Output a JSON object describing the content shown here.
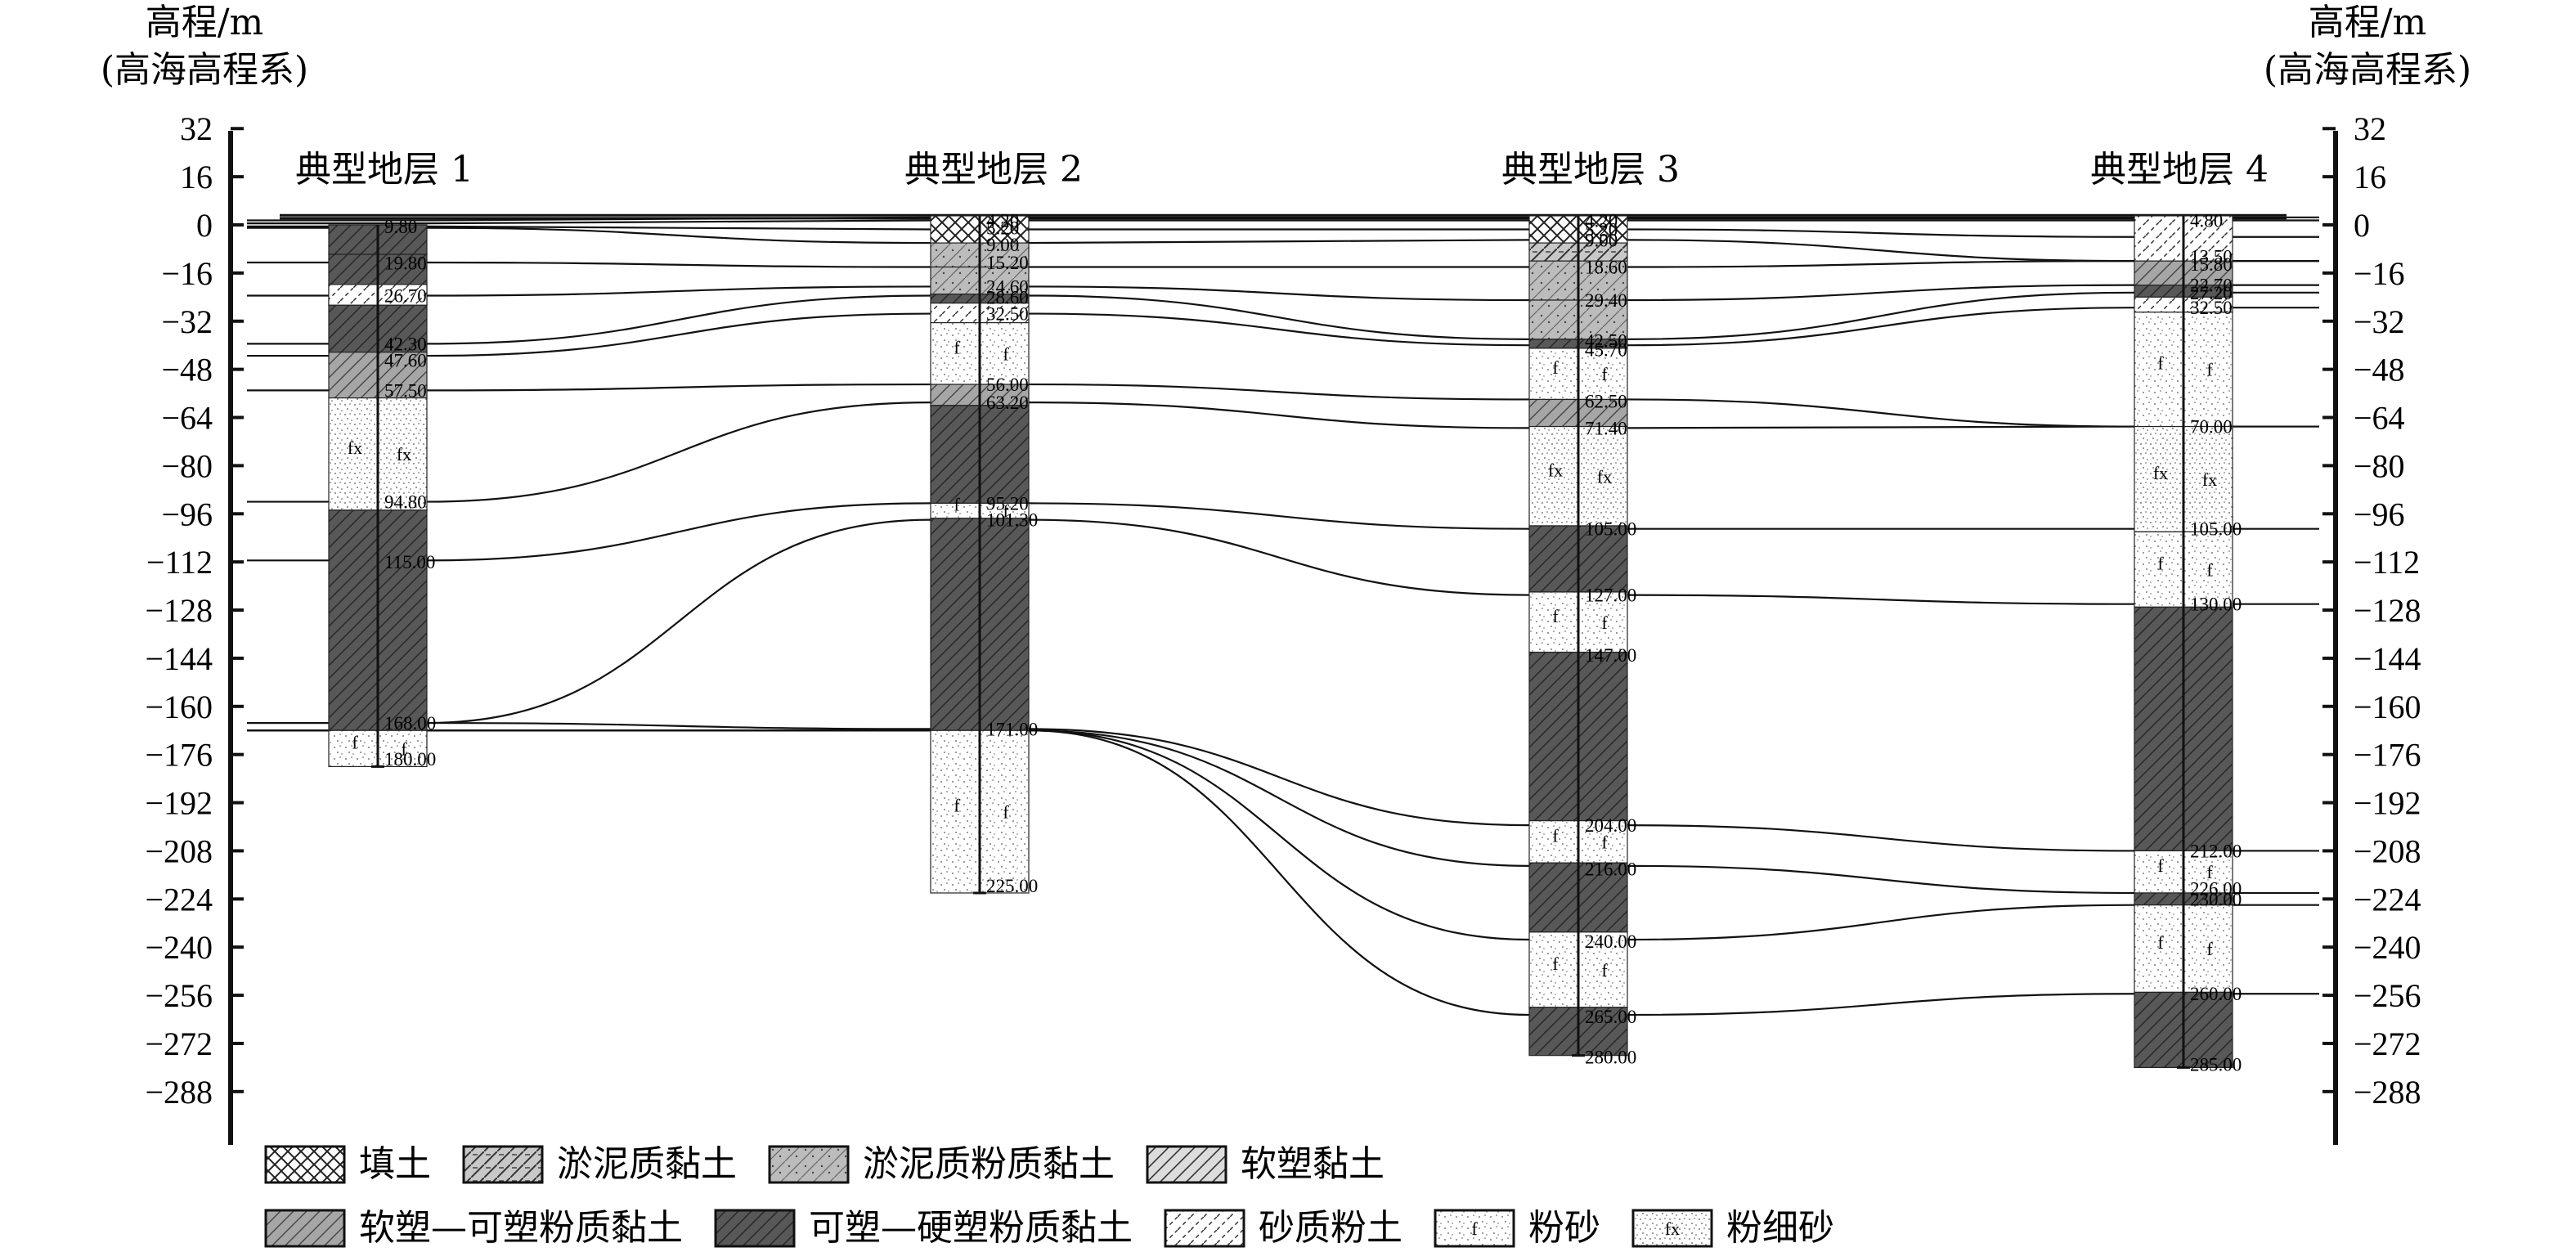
{
  "axis": {
    "title_line1": "高程/m",
    "title_line2": "(高海高程系)",
    "ticks": [
      32,
      16,
      0,
      -16,
      -32,
      -48,
      -64,
      -80,
      -96,
      -112,
      -128,
      -144,
      -160,
      -176,
      -192,
      -208,
      -224,
      -240,
      -256,
      -272,
      -288
    ],
    "tick_labels": [
      "32",
      "16",
      "0",
      "−16",
      "−32",
      "−48",
      "−64",
      "−80",
      "−96",
      "−112",
      "−128",
      "−144",
      "−160",
      "−176",
      "−192",
      "−208",
      "−224",
      "−240",
      "−256",
      "−272",
      "−288"
    ]
  },
  "legend": [
    {
      "key": "fill",
      "label": "填土"
    },
    {
      "key": "silt-clay",
      "label": "淤泥质黏土"
    },
    {
      "key": "silt-silty-clay",
      "label": "淤泥质粉质黏土"
    },
    {
      "key": "soft-clay",
      "label": "软塑黏土"
    },
    {
      "key": "soft-plastic-silty-clay",
      "label": "软塑—可塑粉质黏土"
    },
    {
      "key": "plastic-hard-silty-clay",
      "label": "可塑—硬塑粉质黏土"
    },
    {
      "key": "sandy-silt",
      "label": "砂质粉土"
    },
    {
      "key": "silt-sand",
      "label": "粉砂"
    },
    {
      "key": "fine-silt-sand",
      "label": "粉细砂"
    }
  ],
  "pattern_letters": {
    "silt-sand": "f",
    "fine-silt-sand": "fx"
  },
  "sections": [
    {
      "title": "典型地层 1",
      "layers": [
        {
          "from": 0,
          "to": -9.8,
          "soil": "plastic-hard-silty-clay"
        },
        {
          "from": -9.8,
          "to": -26.7,
          "soil": "plastic-hard-silty-clay"
        },
        {
          "from": -19.8,
          "to": -26.7,
          "soil": "sandy-silt"
        },
        {
          "from": -26.7,
          "to": -42.3,
          "soil": "plastic-hard-silty-clay"
        },
        {
          "from": -42.3,
          "to": -57.5,
          "soil": "soft-plastic-silty-clay"
        },
        {
          "from": -57.5,
          "to": -94.8,
          "soil": "fine-silt-sand"
        },
        {
          "from": -94.8,
          "to": -168,
          "soil": "plastic-hard-silty-clay"
        },
        {
          "from": -168,
          "to": -180,
          "soil": "silt-sand"
        }
      ],
      "depth_labels": [
        {
          "elev": -0.5,
          "text": "9.80"
        },
        {
          "elev": -12.6,
          "text": "19.80"
        },
        {
          "elev": -23.5,
          "text": "26.70"
        },
        {
          "elev": -39.5,
          "text": "42.30"
        },
        {
          "elev": -45.0,
          "text": "47.60"
        },
        {
          "elev": -55.0,
          "text": "57.50"
        },
        {
          "elev": -92.0,
          "text": "94.80"
        },
        {
          "elev": -112.0,
          "text": "115.00"
        },
        {
          "elev": -165.5,
          "text": "168.00"
        },
        {
          "elev": -177.5,
          "text": "180.00"
        }
      ]
    },
    {
      "title": "典型地层 2",
      "layers": [
        {
          "from": 3,
          "to": -6,
          "soil": "fill"
        },
        {
          "from": -6,
          "to": -14,
          "soil": "silt-silty-clay"
        },
        {
          "from": -14,
          "to": -23,
          "soil": "silt-silty-clay"
        },
        {
          "from": -23,
          "to": -26,
          "soil": "plastic-hard-silty-clay"
        },
        {
          "from": -26,
          "to": -32.5,
          "soil": "sandy-silt"
        },
        {
          "from": -32.5,
          "to": -53,
          "soil": "silt-sand"
        },
        {
          "from": -53,
          "to": -60,
          "soil": "soft-plastic-silty-clay"
        },
        {
          "from": -60,
          "to": -92.5,
          "soil": "plastic-hard-silty-clay"
        },
        {
          "from": -92.5,
          "to": -97.5,
          "soil": "silt-sand"
        },
        {
          "from": -97.5,
          "to": -168,
          "soil": "plastic-hard-silty-clay"
        },
        {
          "from": -168,
          "to": -222,
          "soil": "silt-sand"
        }
      ],
      "depth_labels": [
        {
          "elev": 1.5,
          "text": "4.20"
        },
        {
          "elev": -1.0,
          "text": "5.20"
        },
        {
          "elev": -6.5,
          "text": "9.00"
        },
        {
          "elev": -12.5,
          "text": "15.20"
        },
        {
          "elev": -20.5,
          "text": "24.60"
        },
        {
          "elev": -24.0,
          "text": "28.60"
        },
        {
          "elev": -29.5,
          "text": "32.50"
        },
        {
          "elev": -53.0,
          "text": "56.00"
        },
        {
          "elev": -59.0,
          "text": "63.20"
        },
        {
          "elev": -92.5,
          "text": "95.20"
        },
        {
          "elev": -98.0,
          "text": "101.30"
        },
        {
          "elev": -167.5,
          "text": "171.00"
        },
        {
          "elev": -219.5,
          "text": "225.00"
        }
      ]
    },
    {
      "title": "典型地层 3",
      "layers": [
        {
          "from": 3,
          "to": -6,
          "soil": "fill"
        },
        {
          "from": -6,
          "to": -12,
          "soil": "silt-clay"
        },
        {
          "from": -12,
          "to": -25,
          "soil": "silt-silty-clay"
        },
        {
          "from": -25,
          "to": -38,
          "soil": "silt-silty-clay"
        },
        {
          "from": -38,
          "to": -41,
          "soil": "plastic-hard-silty-clay"
        },
        {
          "from": -41,
          "to": -58,
          "soil": "silt-sand"
        },
        {
          "from": -58,
          "to": -67,
          "soil": "soft-plastic-silty-clay"
        },
        {
          "from": -67,
          "to": -100,
          "soil": "fine-silt-sand"
        },
        {
          "from": -100,
          "to": -122,
          "soil": "plastic-hard-silty-clay"
        },
        {
          "from": -122,
          "to": -142,
          "soil": "silt-sand"
        },
        {
          "from": -142,
          "to": -198,
          "soil": "plastic-hard-silty-clay"
        },
        {
          "from": -198,
          "to": -212,
          "soil": "silt-sand"
        },
        {
          "from": -212,
          "to": -235,
          "soil": "plastic-hard-silty-clay"
        },
        {
          "from": -235,
          "to": -260,
          "soil": "silt-sand"
        },
        {
          "from": -260,
          "to": -276,
          "soil": "plastic-hard-silty-clay"
        }
      ],
      "depth_labels": [
        {
          "elev": 1.5,
          "text": "4.20"
        },
        {
          "elev": -1.5,
          "text": "5.20"
        },
        {
          "elev": -5.0,
          "text": "9.00"
        },
        {
          "elev": -14.0,
          "text": "18.60"
        },
        {
          "elev": -25.0,
          "text": "29.40"
        },
        {
          "elev": -38.5,
          "text": "42.50"
        },
        {
          "elev": -41.5,
          "text": "45.70"
        },
        {
          "elev": -58.5,
          "text": "62.50"
        },
        {
          "elev": -67.5,
          "text": "71.40"
        },
        {
          "elev": -101.0,
          "text": "105.00"
        },
        {
          "elev": -123.0,
          "text": "127.00"
        },
        {
          "elev": -143.0,
          "text": "147.00"
        },
        {
          "elev": -199.5,
          "text": "204.00"
        },
        {
          "elev": -214.0,
          "text": "216.00"
        },
        {
          "elev": -238.0,
          "text": "240.00"
        },
        {
          "elev": -263.0,
          "text": "265.00"
        },
        {
          "elev": -276.5,
          "text": "280.00"
        }
      ]
    },
    {
      "title": "典型地层 4",
      "layers": [
        {
          "from": 3,
          "to": -12,
          "soil": "sandy-silt"
        },
        {
          "from": -12,
          "to": -20,
          "soil": "soft-plastic-silty-clay"
        },
        {
          "from": -20,
          "to": -24,
          "soil": "plastic-hard-silty-clay"
        },
        {
          "from": -24,
          "to": -29,
          "soil": "sandy-silt"
        },
        {
          "from": -29,
          "to": -67,
          "soil": "silt-sand"
        },
        {
          "from": -67,
          "to": -102,
          "soil": "fine-silt-sand"
        },
        {
          "from": -102,
          "to": -127,
          "soil": "silt-sand"
        },
        {
          "from": -127,
          "to": -208,
          "soil": "plastic-hard-silty-clay"
        },
        {
          "from": -208,
          "to": -222,
          "soil": "silt-sand"
        },
        {
          "from": -222,
          "to": -226,
          "soil": "plastic-hard-silty-clay"
        },
        {
          "from": -226,
          "to": -255,
          "soil": "silt-sand"
        },
        {
          "from": -255,
          "to": -280,
          "soil": "plastic-hard-silty-clay"
        }
      ],
      "depth_labels": [
        {
          "elev": 1.5,
          "text": "4.80"
        },
        {
          "elev": -10.5,
          "text": "13.50"
        },
        {
          "elev": -13.0,
          "text": "15.80"
        },
        {
          "elev": -20.0,
          "text": "22.70"
        },
        {
          "elev": -22.5,
          "text": "27.20"
        },
        {
          "elev": -27.5,
          "text": "32.50"
        },
        {
          "elev": -67.0,
          "text": "70.00"
        },
        {
          "elev": -101.0,
          "text": "105.00"
        },
        {
          "elev": -126.0,
          "text": "130.00"
        },
        {
          "elev": -208.0,
          "text": "212.00"
        },
        {
          "elev": -220.5,
          "text": "226.00"
        },
        {
          "elev": -224.0,
          "text": "230.00"
        },
        {
          "elev": -255.5,
          "text": "260.00"
        },
        {
          "elev": -279.0,
          "text": "285.00"
        }
      ]
    }
  ],
  "correlation_lines": [
    [
      1.5,
      2.5,
      2.5,
      2.5
    ],
    [
      0.5,
      1.5,
      1.5,
      1.5
    ],
    [
      -0.5,
      -1.5,
      -1.5,
      -4
    ],
    [
      -1,
      -6,
      -5,
      -12
    ],
    [
      -12.5,
      -14,
      -14,
      -12
    ],
    [
      -23.5,
      -20.5,
      -25,
      -20
    ],
    [
      -39.5,
      -23.5,
      -38,
      -22.5
    ],
    [
      -43.5,
      -29.5,
      -40,
      -27.5
    ],
    [
      -55,
      -53,
      -58,
      -67
    ],
    [
      -92,
      -59,
      -67.5,
      -67
    ],
    [
      -111.5,
      -92.5,
      -101,
      -101
    ],
    [
      -165.5,
      -98,
      -123,
      -126
    ],
    [
      -165.5,
      -167.5,
      -199.5,
      -208
    ],
    [
      -168,
      -168,
      -213,
      -222
    ],
    [
      -168,
      -168,
      -237.5,
      -226
    ],
    [
      -168,
      -168,
      -262.5,
      -255.5
    ]
  ]
}
